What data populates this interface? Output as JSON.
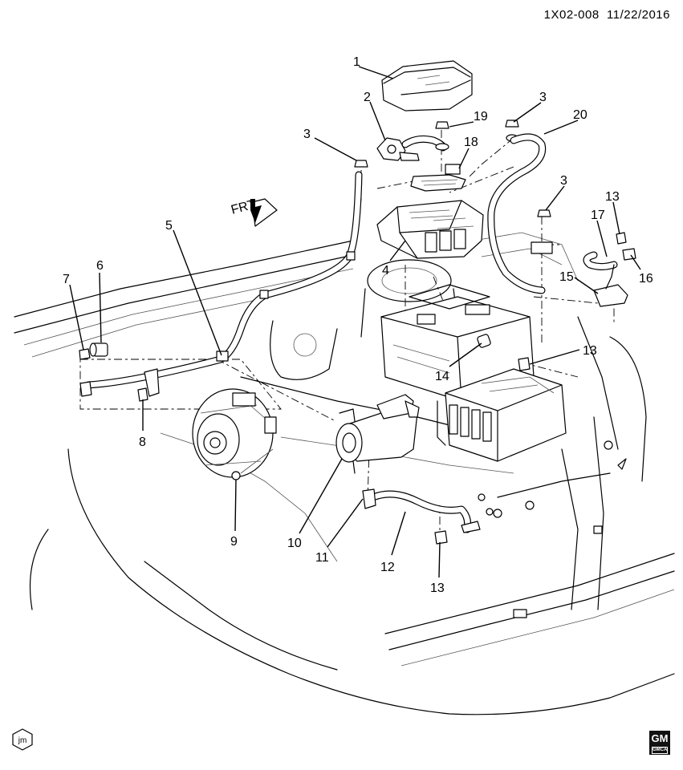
{
  "header": {
    "code": "1X02-008",
    "date": "11/22/2016"
  },
  "direction_label": "FRT",
  "callouts": [
    {
      "id": "c1",
      "text": "1"
    },
    {
      "id": "c2",
      "text": "2"
    },
    {
      "id": "c3a",
      "text": "3"
    },
    {
      "id": "c3b",
      "text": "3"
    },
    {
      "id": "c3c",
      "text": "3"
    },
    {
      "id": "c4",
      "text": "4"
    },
    {
      "id": "c5",
      "text": "5"
    },
    {
      "id": "c6",
      "text": "6"
    },
    {
      "id": "c7",
      "text": "7"
    },
    {
      "id": "c8",
      "text": "8"
    },
    {
      "id": "c9",
      "text": "9"
    },
    {
      "id": "c10",
      "text": "10"
    },
    {
      "id": "c11",
      "text": "11"
    },
    {
      "id": "c12",
      "text": "12"
    },
    {
      "id": "c13a",
      "text": "13"
    },
    {
      "id": "c13b",
      "text": "13"
    },
    {
      "id": "c13c",
      "text": "13"
    },
    {
      "id": "c14",
      "text": "14"
    },
    {
      "id": "c15",
      "text": "15"
    },
    {
      "id": "c16",
      "text": "16"
    },
    {
      "id": "c17",
      "text": "17"
    },
    {
      "id": "c18",
      "text": "18"
    },
    {
      "id": "c19",
      "text": "19"
    },
    {
      "id": "c20",
      "text": "20"
    }
  ],
  "footer": {
    "logo_text": "GM",
    "logo_sub": "GMCA",
    "jm_symbol": "jm"
  },
  "icons": {
    "jm": "jm-hex-icon",
    "gm": "gm-logo-icon"
  }
}
